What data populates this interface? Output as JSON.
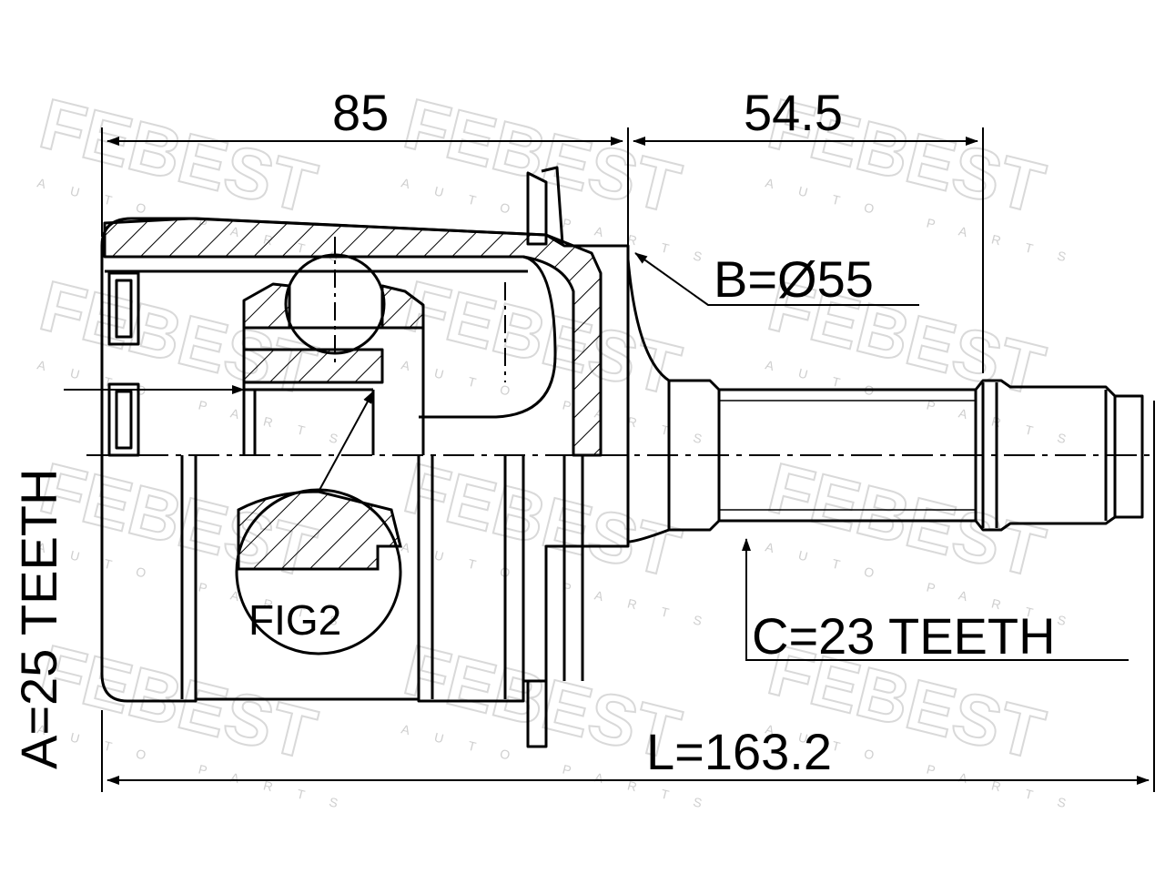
{
  "dimensions": {
    "inner_length": "85",
    "shaft_length": "54.5",
    "total_length": "L=163.2",
    "outer_diameter": "B=Ø55",
    "inner_teeth": "A=25 TEETH",
    "outer_teeth": "C=23 TEETH"
  },
  "detail_label": "FIG2",
  "watermark": {
    "brand": "FEBEST",
    "tagline": "AUTO PARTS"
  }
}
